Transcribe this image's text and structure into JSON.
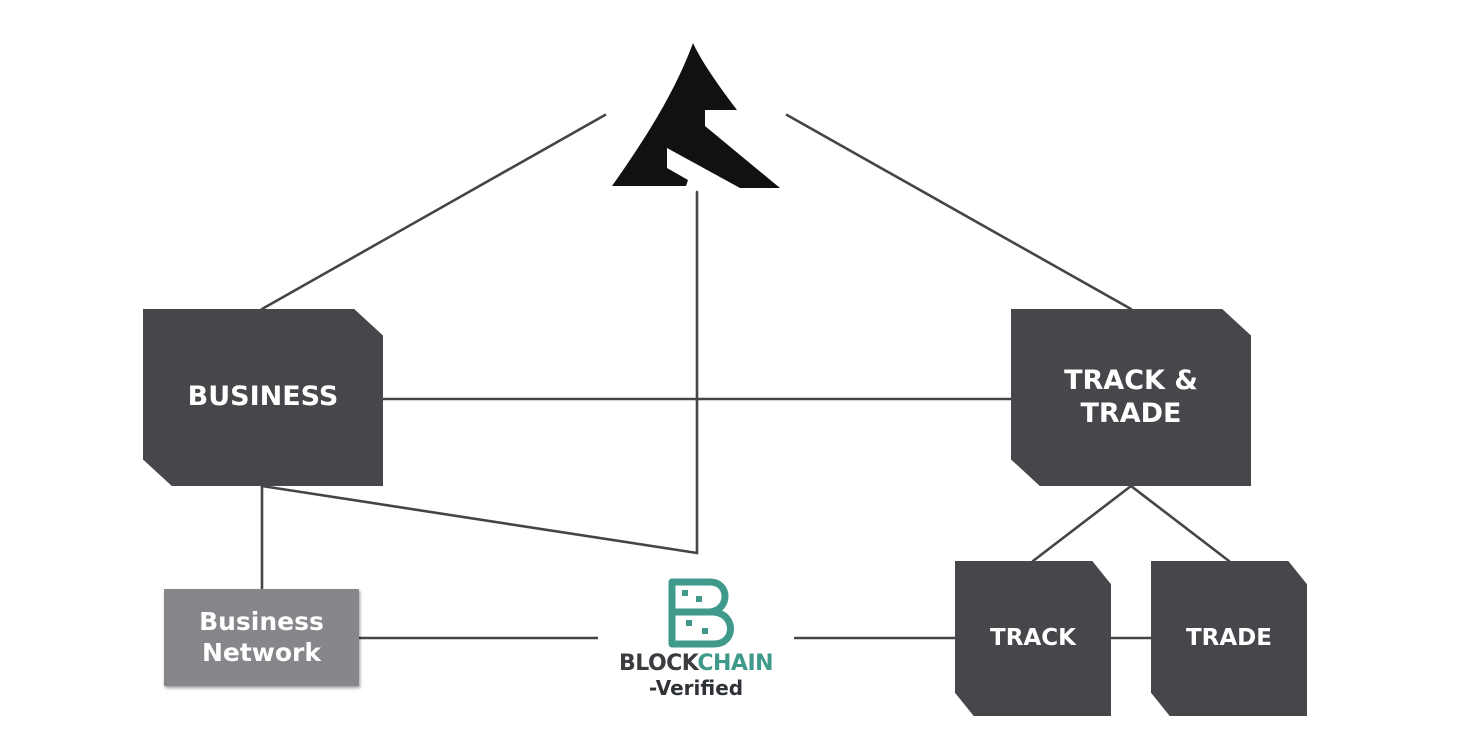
{
  "nodes": {
    "business": "BUSINESS",
    "track_and_trade": "TRACK &\nTRADE",
    "track": "TRACK",
    "trade": "TRADE",
    "business_network": "Business\nNetwork"
  },
  "blockchain_badge": {
    "word_part_1": "BLOCK",
    "word_part_2": "CHAIN",
    "subtitle": "-Verified",
    "dark_color": "#3a3c40",
    "accent_color": "#3f9a8c"
  },
  "logo": {
    "icon": "stylized-A-logo-icon"
  },
  "colors": {
    "node_fill": "#46474b",
    "network_fill": "#86878b",
    "line": "#454545"
  }
}
